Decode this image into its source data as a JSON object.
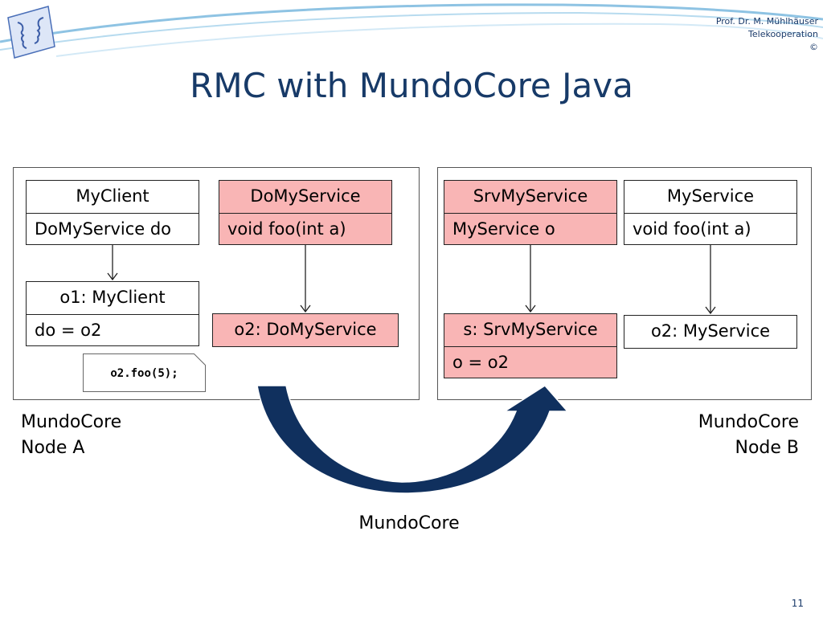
{
  "header": {
    "author_lines": [
      "Prof. Dr. M. Mühlhäuser",
      "Telekooperation",
      "©"
    ],
    "colors": {
      "title": "#173a68",
      "swoosh": "#7fb6d8",
      "logo": "#4a6fb8"
    },
    "logo_icon": "profile-faces-logo-icon"
  },
  "title": "RMC with MundoCore Java",
  "node_a": {
    "caption_line1": "MundoCore",
    "caption_line2": "Node A",
    "client_class": {
      "name": "MyClient",
      "attribute": "DoMyService do"
    },
    "client_object": {
      "name": "o1: MyClient",
      "attribute": "do = o2"
    },
    "stub_class": {
      "name": "DoMyService",
      "method": "void foo(int a)"
    },
    "stub_object": {
      "name": "o2: DoMyService"
    },
    "call_note": "o2.foo(5);"
  },
  "node_b": {
    "caption_line1": "MundoCore",
    "caption_line2": "Node B",
    "skeleton_class": {
      "name": "SrvMyService",
      "attribute": "MyService o"
    },
    "skeleton_object": {
      "name": "s: SrvMyService",
      "attribute": "o = o2"
    },
    "service_class": {
      "name": "MyService",
      "method": "void foo(int a)"
    },
    "service_object": {
      "name": "o2: MyService"
    }
  },
  "transport_label": "MundoCore",
  "colors": {
    "stub_fill": "#f9b5b5",
    "arrow_fill": "#10305e"
  },
  "page_number": "11"
}
